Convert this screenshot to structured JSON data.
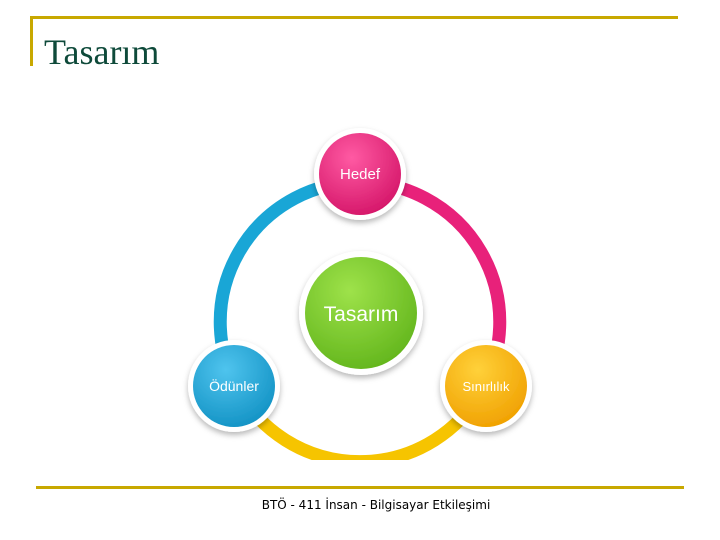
{
  "slide": {
    "title": "Tasarım",
    "footer": "BTÖ - 411 İnsan - Bilgisayar Etkileşimi"
  },
  "diagram": {
    "center": {
      "label": "Tasarım",
      "color": "#7ccd2c"
    },
    "nodes": [
      {
        "label": "Hedef",
        "color": "#e8217a"
      },
      {
        "label": "Sınırlılık",
        "color": "#f5b500"
      },
      {
        "label": "Ödünler",
        "color": "#19a6d6"
      }
    ],
    "arcs": [
      {
        "from": "Hedef",
        "to": "Sınırlılık",
        "color": "#e8217a"
      },
      {
        "from": "Sınırlılık",
        "to": "Ödünler",
        "color": "#f6c400"
      },
      {
        "from": "Ödünler",
        "to": "Hedef",
        "color": "#19a6d6"
      }
    ],
    "colors": {
      "accent_rule": "#c8a800",
      "title_color": "#0e4a3a"
    }
  }
}
